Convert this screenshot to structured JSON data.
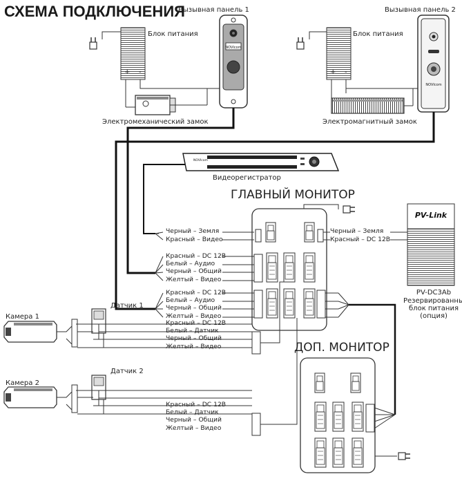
{
  "title": "СХЕМА ПОДКЛЮЧЕНИЯ",
  "devices": {
    "panel1": "Вызывная панель 1",
    "panel2": "Вызывная панель 2",
    "psu1": "Блок питания",
    "psu2": "Блок питания",
    "lock1": "Электромеханический замок",
    "lock2": "Электромагнитный замок",
    "dvr": "Видеорегистратор",
    "main_monitor": "ГЛАВНЫЙ МОНИТОР",
    "ext_monitor": "ДОП. МОНИТОР",
    "sensor1": "Датчик 1",
    "sensor2": "Датчик 2",
    "camera1": "Камера 1",
    "camera2": "Камера 2",
    "pvlink_logo": "PV-Link",
    "pvlink_model": "PV-DC3Ab",
    "pvlink_desc1": "Резервированный",
    "pvlink_desc2": "блок питания",
    "pvlink_desc3": "(опция)",
    "brand": "NOVIcom",
    "plus": "+",
    "minus": "-"
  },
  "wires": {
    "black_ground": "Черный – Земля",
    "red_video": "Красный – Видео",
    "red_dc12": "Красный – DC 12В",
    "white_audio": "Белый – Аудио",
    "black_common": "Черный – Общий",
    "yellow_video": "Желтый – Видео",
    "white_sensor": "Белый – Датчик"
  }
}
